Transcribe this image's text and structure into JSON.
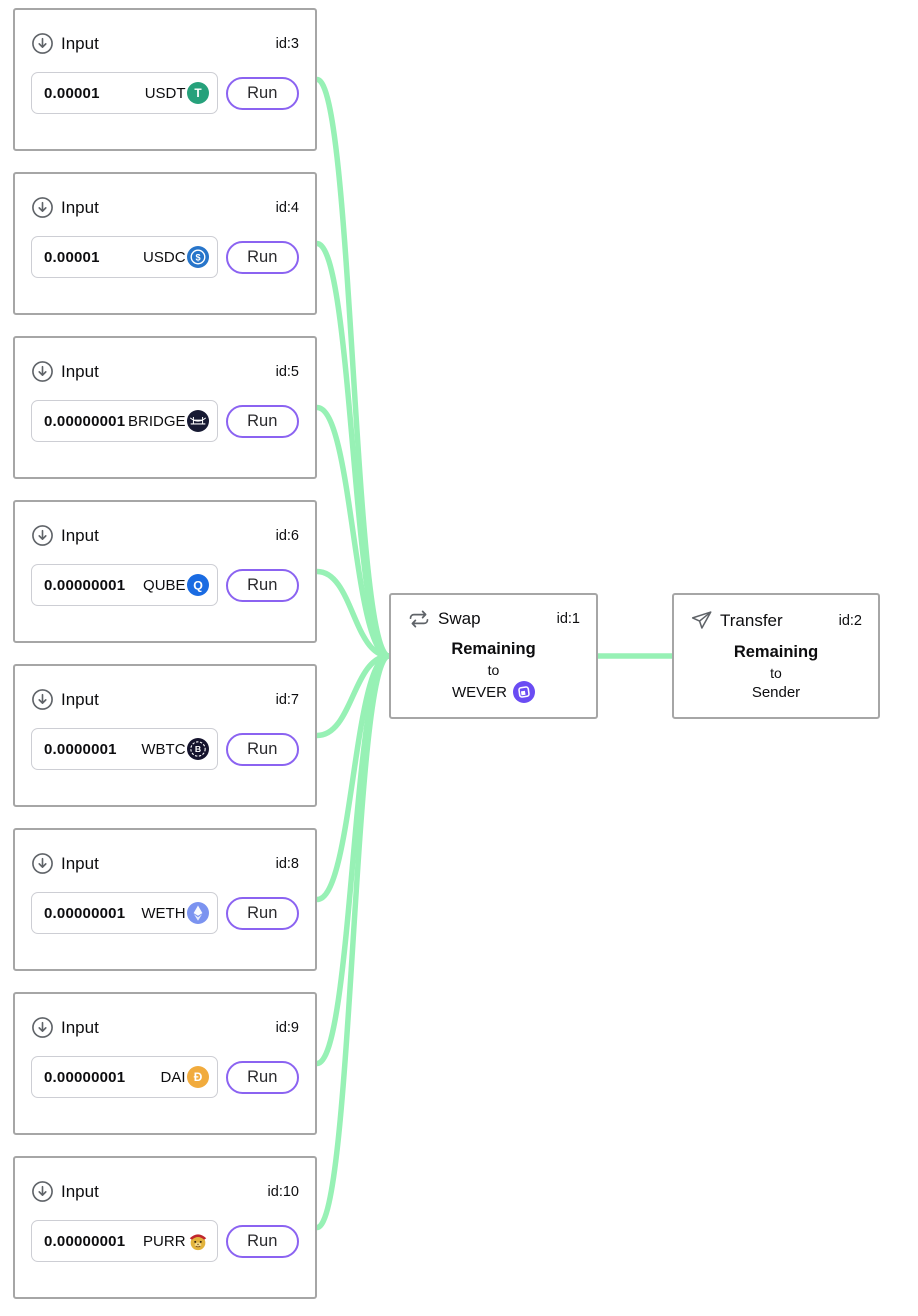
{
  "accent_color": "#8b63f1",
  "edge_color": "#97f1b5",
  "inputs": [
    {
      "title": "Input",
      "id_label": "id:3",
      "value": "0.00001",
      "token": "USDT",
      "run_label": "Run",
      "icon": "usdt-icon",
      "icon_color": "#26A17B"
    },
    {
      "title": "Input",
      "id_label": "id:4",
      "value": "0.00001",
      "token": "USDC",
      "run_label": "Run",
      "icon": "usdc-icon",
      "icon_color": "#2775CA"
    },
    {
      "title": "Input",
      "id_label": "id:5",
      "value": "0.00000001",
      "token": "BRIDGE",
      "run_label": "Run",
      "icon": "bridge-icon",
      "icon_color": "#171a33"
    },
    {
      "title": "Input",
      "id_label": "id:6",
      "value": "0.00000001",
      "token": "QUBE",
      "run_label": "Run",
      "icon": "qube-icon",
      "icon_color": "#1a6be2"
    },
    {
      "title": "Input",
      "id_label": "id:7",
      "value": "0.0000001",
      "token": "WBTC",
      "run_label": "Run",
      "icon": "wbtc-icon",
      "icon_color": "#15132d"
    },
    {
      "title": "Input",
      "id_label": "id:8",
      "value": "0.00000001",
      "token": "WETH",
      "run_label": "Run",
      "icon": "weth-icon",
      "icon_color": "#7b93f0"
    },
    {
      "title": "Input",
      "id_label": "id:9",
      "value": "0.00000001",
      "token": "DAI",
      "run_label": "Run",
      "icon": "dai-icon",
      "icon_color": "#f1ab3d"
    },
    {
      "title": "Input",
      "id_label": "id:10",
      "value": "0.00000001",
      "token": "PURR",
      "run_label": "Run",
      "icon": "purr-icon",
      "icon_color": "#e2b33c"
    }
  ],
  "swap": {
    "title": "Swap",
    "id_label": "id:1",
    "remaining_label": "Remaining",
    "to_label": "to",
    "token": "WEVER",
    "token_icon_color": "#6a4cf3"
  },
  "transfer": {
    "title": "Transfer",
    "id_label": "id:2",
    "remaining_label": "Remaining",
    "to_label": "to",
    "recipient": "Sender"
  },
  "edges": [
    {
      "source": "id:3",
      "target": "id:1"
    },
    {
      "source": "id:4",
      "target": "id:1"
    },
    {
      "source": "id:5",
      "target": "id:1"
    },
    {
      "source": "id:6",
      "target": "id:1"
    },
    {
      "source": "id:7",
      "target": "id:1"
    },
    {
      "source": "id:8",
      "target": "id:1"
    },
    {
      "source": "id:9",
      "target": "id:1"
    },
    {
      "source": "id:1",
      "target": "id:2"
    }
  ]
}
